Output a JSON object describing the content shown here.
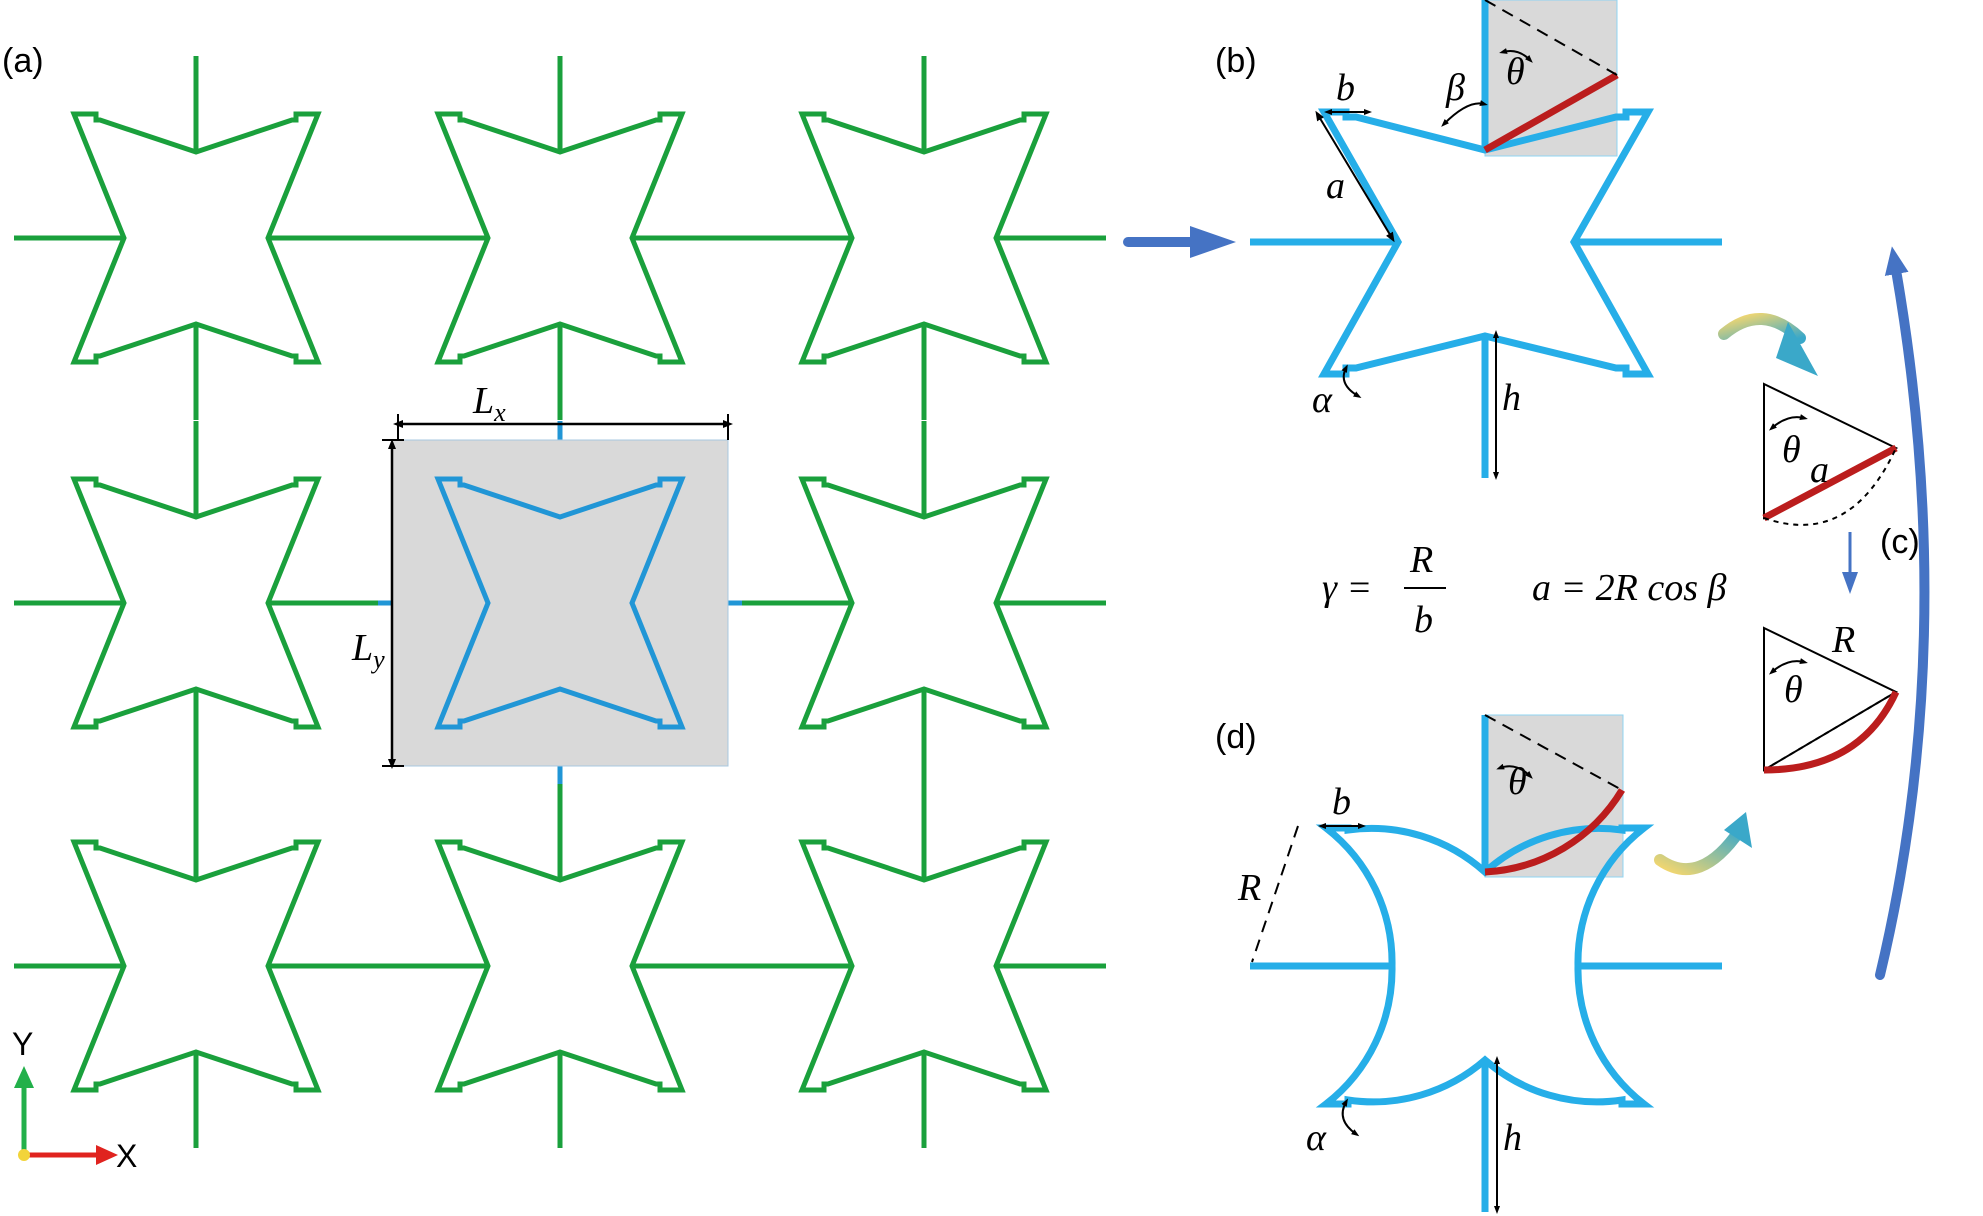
{
  "panels": {
    "a": "(a)",
    "b": "(b)",
    "c": "(c)",
    "d": "(d)"
  },
  "symbols": {
    "Lx_main": "L",
    "Lx_sub": "x",
    "Ly_main": "L",
    "Ly_sub": "y",
    "a": "a",
    "b": "b",
    "h": "h",
    "R": "R",
    "alpha": "α",
    "beta": "β",
    "theta": "θ"
  },
  "equations": {
    "gamma_lhs": "γ =",
    "gamma_num": "R",
    "gamma_den": "b",
    "a_eq": "a = 2R cos β"
  },
  "axes": {
    "y": "Y",
    "x": "X"
  },
  "colors": {
    "lattice": "#1aa03c",
    "cell": "#26aee8",
    "cell_dark": "#2196d6",
    "highlight": "#bb1d1d",
    "shade": "#d9d9d9",
    "arrow": "#4573c4",
    "axis_y": "#22b04a",
    "axis_x": "#e0231f"
  },
  "icons": [
    "right-arrow-icon",
    "curved-arrow-icon",
    "down-arrow-icon",
    "axis-icon"
  ]
}
